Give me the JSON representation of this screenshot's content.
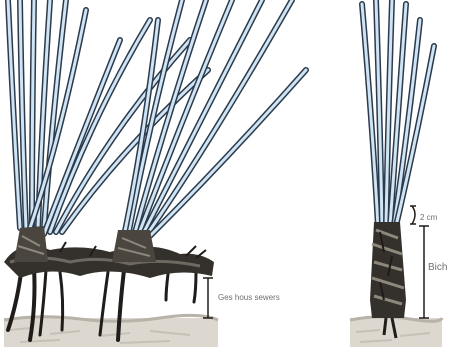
{
  "figure": {
    "left_label": "Ges hous sewers",
    "right_top_label": "2 cm",
    "right_side_label": "Bich"
  },
  "colors": {
    "background": "#ffffff",
    "blade_outline": "#2c3a4a",
    "blade_fill": "#cfe4f4",
    "rhizome_dark": "#34302b",
    "rhizome_mid": "#6d6860",
    "sediment": "#dcd8cf",
    "sediment_line": "#b8b3a8",
    "label": "#6f6f6f"
  }
}
